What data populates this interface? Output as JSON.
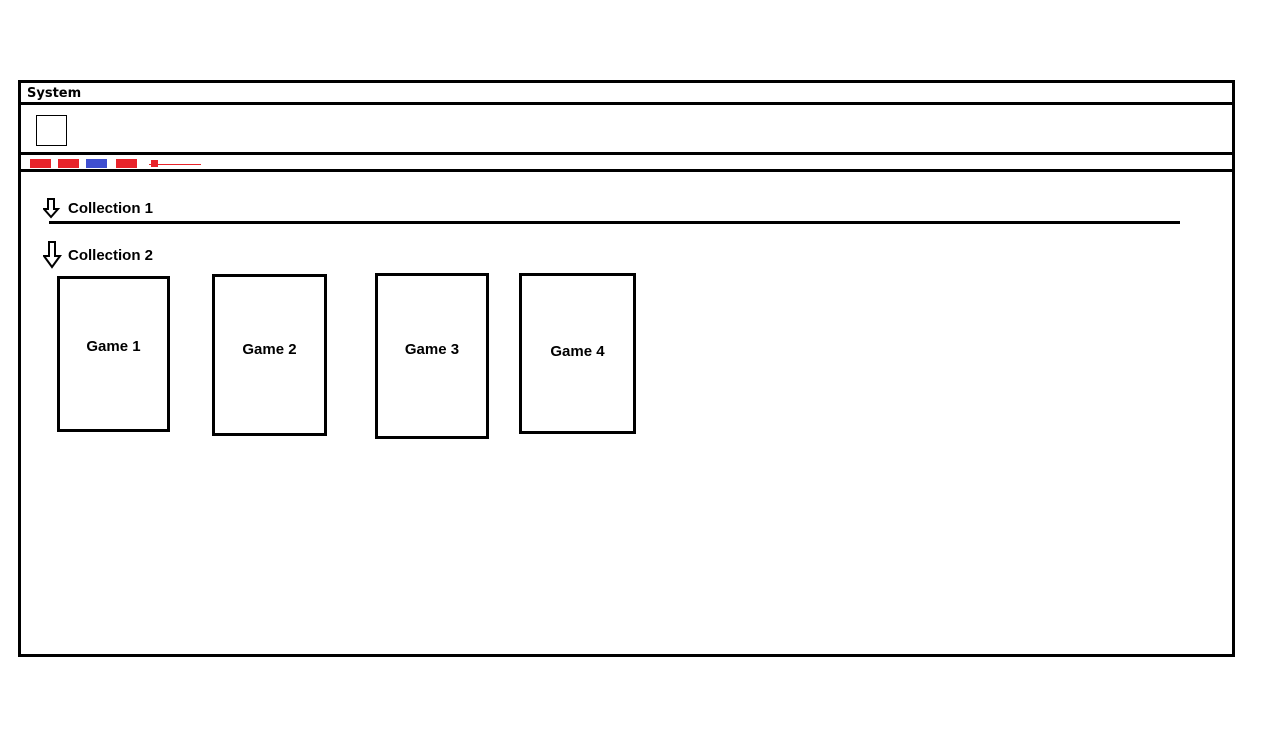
{
  "window": {
    "title": "System"
  },
  "toolbar": {
    "icon": "square-placeholder"
  },
  "tabs": [
    {
      "color": "#e8232a",
      "state": "inactive"
    },
    {
      "color": "#e8232a",
      "state": "inactive"
    },
    {
      "color": "#3f4fd0",
      "state": "active"
    },
    {
      "color": "#e8232a",
      "state": "inactive"
    }
  ],
  "slider": {
    "color": "#e8232a"
  },
  "collections": [
    {
      "label": "Collection 1",
      "icon": "arrow-down-icon",
      "games": []
    },
    {
      "label": "Collection 2",
      "icon": "arrow-down-icon",
      "games": [
        {
          "label": "Game 1"
        },
        {
          "label": "Game 2"
        },
        {
          "label": "Game 3"
        },
        {
          "label": "Game 4"
        }
      ]
    }
  ]
}
